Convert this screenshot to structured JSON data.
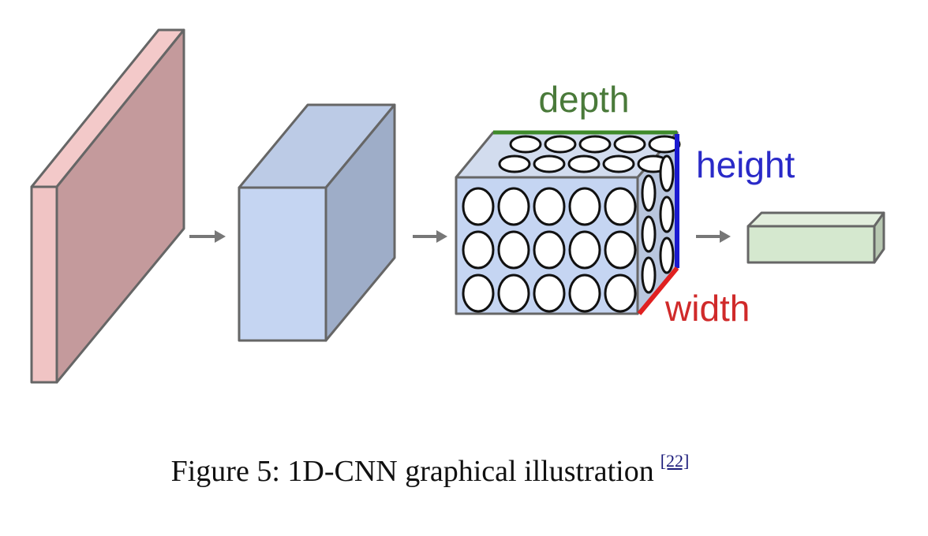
{
  "labels": {
    "depth": "depth",
    "height": "height",
    "width": "width"
  },
  "caption": {
    "text": "Figure 5: 1D-CNN graphical illustration",
    "ref": "[22]"
  },
  "colors": {
    "input": "#c9979a",
    "conv": "#c5d3ee",
    "output": "#d5e8cf",
    "depth": "#3e8a2a",
    "height": "#1a1ad0",
    "width": "#e02020"
  }
}
